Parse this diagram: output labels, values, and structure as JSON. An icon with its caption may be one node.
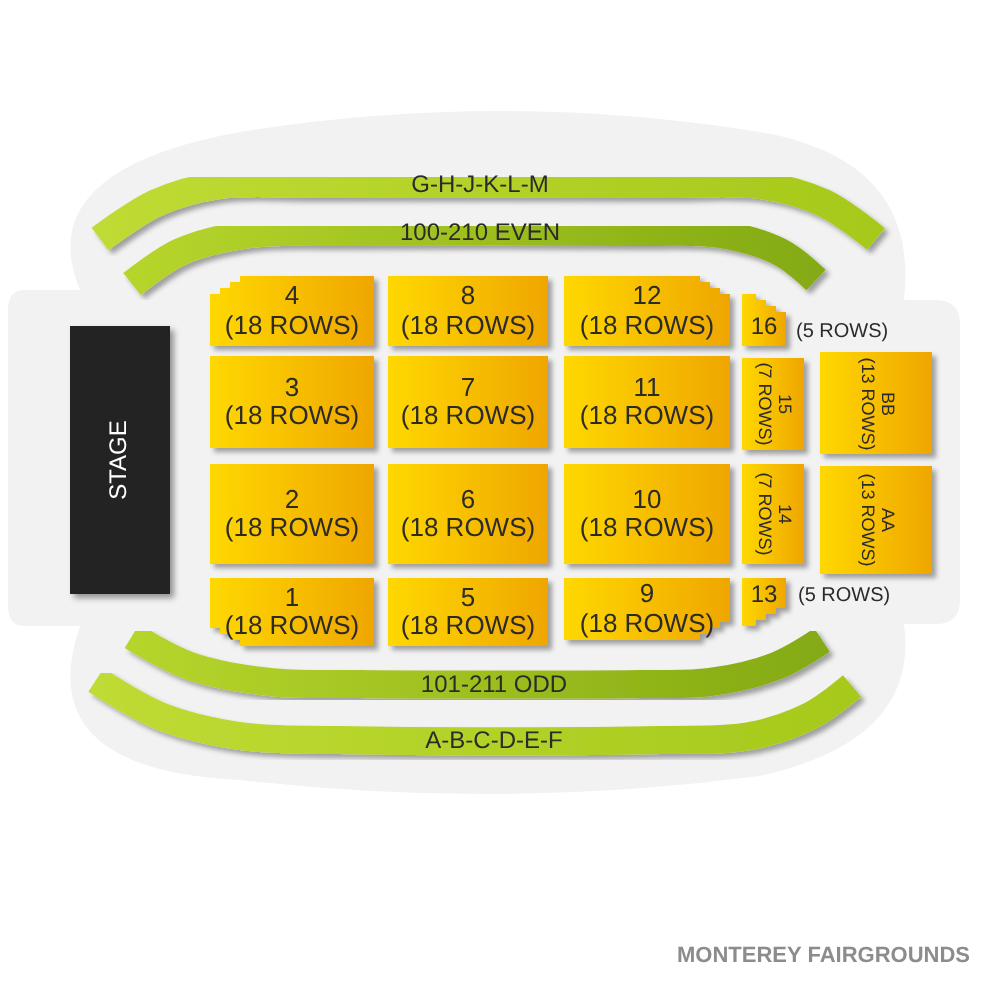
{
  "diagram": {
    "caption": "MONTEREY FAIRGROUNDS",
    "nodes": [
      {
        "text": [
          "G-H-J-K-L-M"
        ]
      },
      {
        "text": [
          "100-210 EVEN"
        ]
      },
      {
        "text": [
          "STAGE"
        ]
      },
      {
        "text": [
          "4",
          "(18 ROWS)"
        ]
      },
      {
        "text": [
          "8",
          "(18 ROWS)"
        ]
      },
      {
        "text": [
          "12",
          "(18 ROWS)"
        ]
      },
      {
        "text": [
          "16"
        ],
        "beside": [
          "(5 ROWS)"
        ]
      },
      {
        "text": [
          "3",
          "(18 ROWS)"
        ]
      },
      {
        "text": [
          "7",
          "(18 ROWS)"
        ]
      },
      {
        "text": [
          "11",
          "(18 ROWS)"
        ]
      },
      {
        "text": [
          "15",
          "(7 ROWS)"
        ]
      },
      {
        "text": [
          "BB",
          "(13 ROWS)"
        ]
      },
      {
        "text": [
          "2",
          "(18 ROWS)"
        ]
      },
      {
        "text": [
          "6",
          "(18 ROWS)"
        ]
      },
      {
        "text": [
          "10",
          "(18 ROWS)"
        ]
      },
      {
        "text": [
          "14",
          "(7 ROWS)"
        ]
      },
      {
        "text": [
          "AA",
          "(13 ROWS)"
        ]
      },
      {
        "text": [
          "1",
          "(18 ROWS)"
        ]
      },
      {
        "text": [
          "5",
          "(18 ROWS)"
        ]
      },
      {
        "text": [
          "9",
          "(18 ROWS)"
        ]
      },
      {
        "text": [
          "13"
        ],
        "beside": [
          "(5 ROWS)"
        ]
      },
      {
        "text": [
          "101-211 ODD"
        ]
      },
      {
        "text": [
          "A-B-C-D-E-F"
        ]
      }
    ]
  }
}
